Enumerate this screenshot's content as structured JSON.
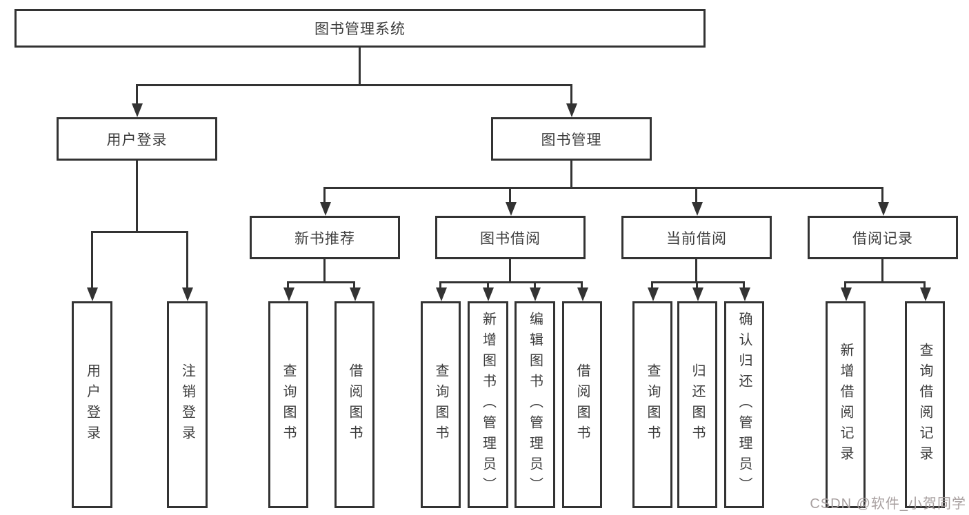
{
  "diagram": {
    "title_node": "图书管理系统",
    "root": {
      "label": "图书管理系统"
    },
    "branches": {
      "user_login": {
        "label": "用户登录",
        "children": [
          "用户登录",
          "注销登录"
        ]
      },
      "book_management": {
        "label": "图书管理",
        "children": [
          {
            "label": "新书推荐",
            "children": [
              "查询图书",
              "借阅图书"
            ]
          },
          {
            "label": "图书借阅",
            "children": [
              "查询图书",
              "新增图书（管理员）",
              "编辑图书（管理员）",
              "借阅图书"
            ]
          },
          {
            "label": "当前借阅",
            "children": [
              "查询图书",
              "归还图书",
              "确认归还（管理员）"
            ]
          },
          {
            "label": "借阅记录",
            "children": [
              "新增借阅记录",
              "查询借阅记录"
            ]
          }
        ]
      }
    }
  },
  "watermark": {
    "text": "CSDN @软件_小贺同学"
  },
  "colors": {
    "line": "#333333",
    "border": "#333333",
    "text": "#3c3c3c",
    "watermark": "#a8a0a0",
    "background": "#ffffff"
  }
}
